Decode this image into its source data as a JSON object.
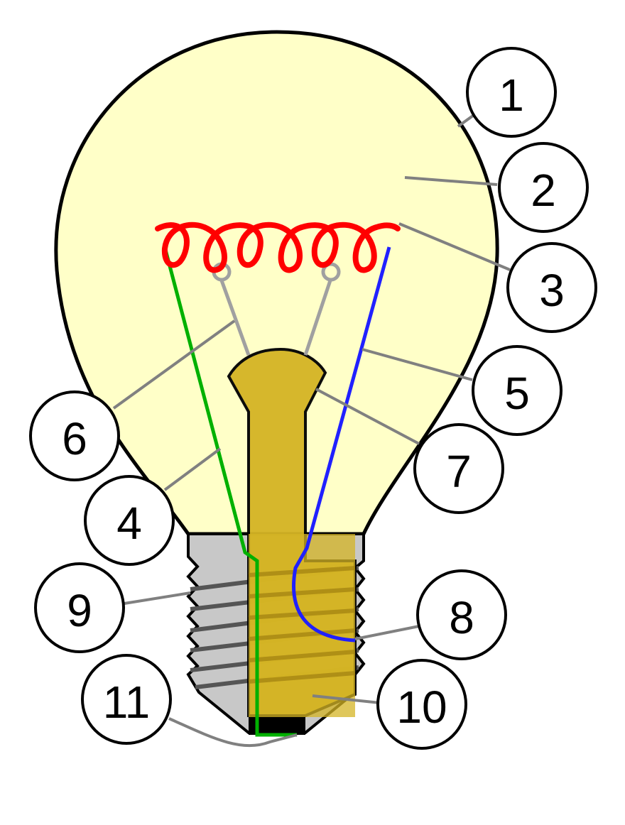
{
  "diagram": {
    "colors": {
      "glass": "#ffffc8",
      "outline": "#000000",
      "filament": "#ff0000",
      "lead_wire_left": "#00b000",
      "lead_wire_right": "#2020ff",
      "support_wire": "#a0a0a0",
      "stem": "#d4b424",
      "base_screw": "#c8c8c8",
      "leader_line": "#808080"
    },
    "callouts": [
      {
        "id": "1",
        "label": "1"
      },
      {
        "id": "2",
        "label": "2"
      },
      {
        "id": "3",
        "label": "3"
      },
      {
        "id": "4",
        "label": "4"
      },
      {
        "id": "5",
        "label": "5"
      },
      {
        "id": "6",
        "label": "6"
      },
      {
        "id": "7",
        "label": "7"
      },
      {
        "id": "8",
        "label": "8"
      },
      {
        "id": "9",
        "label": "9"
      },
      {
        "id": "10",
        "label": "10"
      },
      {
        "id": "11",
        "label": "11"
      }
    ]
  }
}
